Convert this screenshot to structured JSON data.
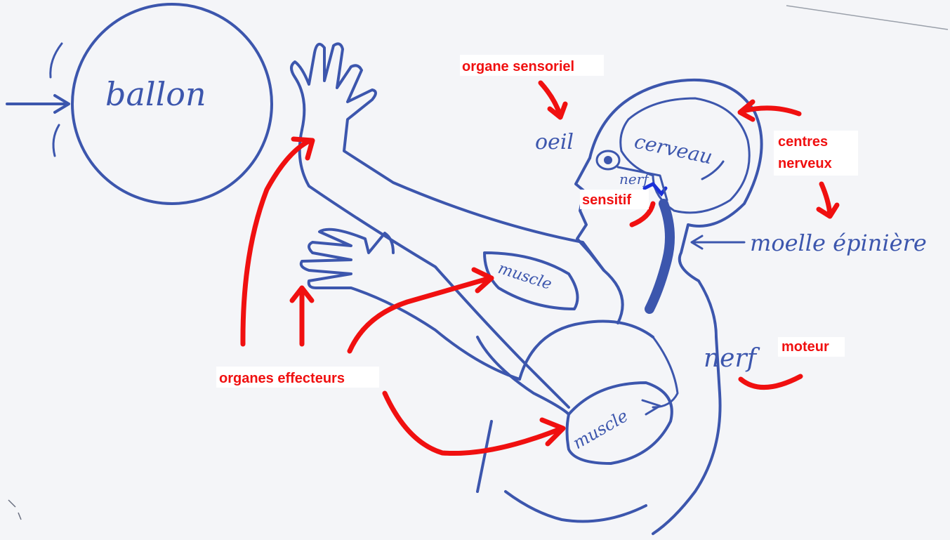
{
  "colors": {
    "ink": "#3c56ad",
    "annotation": "#f01010",
    "paper": "#f4f5f8"
  },
  "handwritten": {
    "ballon": "ballon",
    "oeil": "oeil",
    "cerveau": "cerveau",
    "nerf_head": "nerf",
    "moelle": "moelle épinière",
    "muscle_upper": "muscle",
    "muscle_lower": "muscle",
    "nerf_body": "nerf"
  },
  "labels": {
    "organe_sensoriel": "organe sensoriel",
    "centres_line1": "centres",
    "centres_line2": "nerveux",
    "sensitif": "sensitif",
    "moteur": "moteur",
    "organes_effecteurs": "organes effecteurs"
  }
}
